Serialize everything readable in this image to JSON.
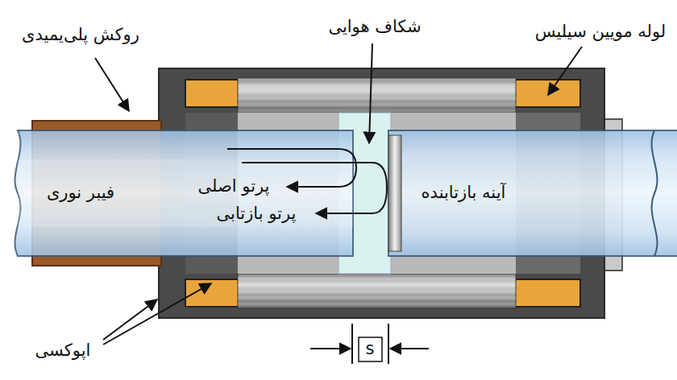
{
  "diagram": {
    "labels": [
      "روکش پلی‌یمیدی",
      "شکاف هوایی",
      "لوله مویین سیلیس",
      "فیبر نوری",
      "پرتو اصلی",
      "پرتو بازتابی",
      "آینه بازتابنده",
      "اپوکسی",
      "s"
    ]
  }
}
